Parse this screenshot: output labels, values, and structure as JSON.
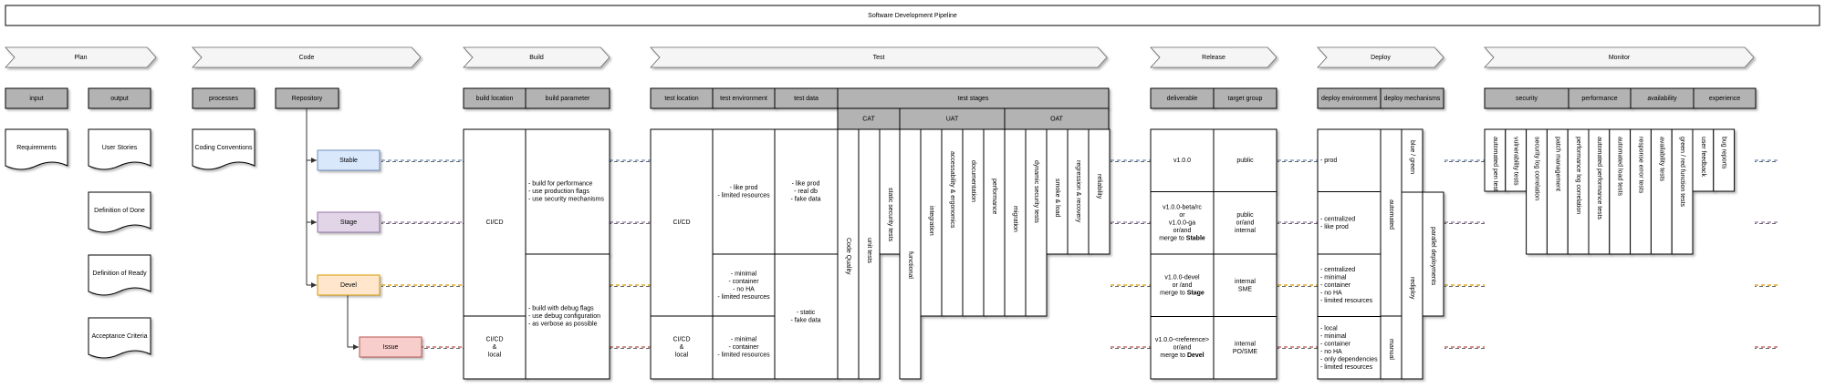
{
  "title": "Software Development Pipeline",
  "stages": [
    "Plan",
    "Code",
    "Build",
    "Test",
    "Release",
    "Deploy",
    "Monitor"
  ],
  "plan": {
    "input_header": "input",
    "output_header": "output",
    "inputs": [
      "Requirements"
    ],
    "outputs": [
      "User Stories",
      "Definition of Done",
      "Definition of Ready",
      "Acceptance Criteria"
    ]
  },
  "code": {
    "processes_header": "processes",
    "repository_header": "Repository",
    "processes": [
      "Coding Conventions"
    ],
    "branches": [
      {
        "name": "Stable",
        "fill": "#dae8fc",
        "stroke": "#6c8ebf",
        "line": "#6c8ebf"
      },
      {
        "name": "Stage",
        "fill": "#e1d5e7",
        "stroke": "#9673a6",
        "line": "#9673a6"
      },
      {
        "name": "Devel",
        "fill": "#ffe6cc",
        "stroke": "#d79b00",
        "line": "#d79b00"
      },
      {
        "name": "Issue",
        "fill": "#f8cecc",
        "stroke": "#b85450",
        "line": "#b85450"
      }
    ]
  },
  "build": {
    "headers": [
      "build location",
      "build parameter"
    ],
    "locations": [
      "CI/CD",
      "CI/CD\n&\nlocal"
    ],
    "parameters": [
      "- build for performance\n- use production flags\n- use security mechanisms",
      "- build with debug flags\n- use debug configuration\n- as verbose as possible"
    ]
  },
  "test": {
    "headers": [
      "test location",
      "test environment",
      "test data",
      "test stages"
    ],
    "stage_groups": [
      "CAT",
      "UAT",
      "OAT"
    ],
    "locations": [
      "CI/CD",
      "CI/CD\n&\nlocal"
    ],
    "environments": [
      "- like prod\n- limited resources",
      "- minimal\n- container\n- no HA\n- limited resources",
      "- minimal\n- container\n- limited resources"
    ],
    "data": [
      "- like prod\n- real db\n- fake data",
      "- static\n- fake data"
    ],
    "cat": [
      "Code Quality",
      "unit tests",
      "static security tests"
    ],
    "uat": [
      "functional",
      "integration",
      "accessability & ergonomics",
      "documentation",
      "performance"
    ],
    "oat": [
      "migration",
      "dynamic security tests",
      "smoke & load",
      "regression & recovery",
      "reliability"
    ]
  },
  "release": {
    "headers": [
      "deliverable",
      "target group"
    ],
    "rows": [
      {
        "deliverable": "v1.0.0",
        "target": "public"
      },
      {
        "deliverable": "v1.0.0-beta/rc\nor\nv1.0.0-ga\nor/and\nmerge to [b]Stable",
        "target": "public\nor/and\ninternal"
      },
      {
        "deliverable": "v1.0.0-devel\nor /and\nmerge to [b]Stage",
        "target": "internal\nSME"
      },
      {
        "deliverable": "v1.0.0-<reference>\nor/and\nmerge to [b]Devel",
        "target": "internal\nPO/SME"
      }
    ]
  },
  "deploy": {
    "headers": [
      "deploy environment",
      "deploy mechanisms"
    ],
    "environments": [
      "- prod",
      "- centralized\n- like prod",
      "- centralized\n- minimal\n- container\n- no HA\n- limited resources",
      "- local\n- minimal\n- container\n- no HA\n- only dependencies\n- limited resources"
    ],
    "mechanisms": [
      "automated",
      "manual",
      "blue / green",
      "rediploy",
      "parallel deployments"
    ]
  },
  "monitor": {
    "headers": [
      "security",
      "performance",
      "availability",
      "experience"
    ],
    "items": [
      "automated pen test",
      "vulnerability tests",
      "security log correlation",
      "patch management",
      "performance log correlation",
      "automated performance tests",
      "automated load tests",
      "response error tests",
      "availability tests",
      "green / red function tests",
      "user feedback",
      "bug reports"
    ]
  }
}
